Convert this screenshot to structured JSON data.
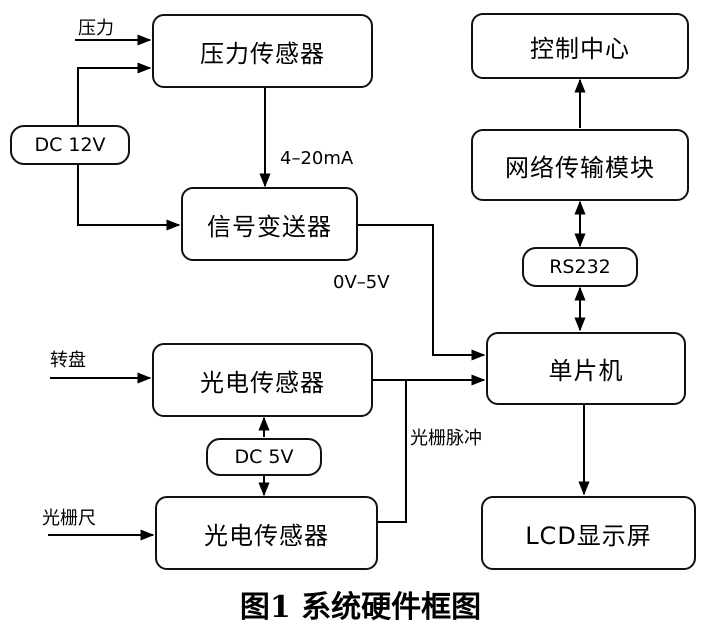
{
  "boxes": {
    "pressure_sensor": "压力传感器",
    "signal_transmitter": "信号变送器",
    "photo_sensor_1": "光电传感器",
    "photo_sensor_2": "光电传感器",
    "control_center": "控制中心",
    "network_module": "网络传输模块",
    "mcu": "单片机",
    "lcd": "LCD显示屏"
  },
  "pills": {
    "dc12v": "DC 12V",
    "dc5v": "DC 5V",
    "rs232": "RS232"
  },
  "labels": {
    "pressure": "压力",
    "current": "4–20mA",
    "voltage": "0V–5V",
    "turntable": "转盘",
    "grating_ruler": "光栅尺",
    "grating_pulse": "光栅脉冲"
  },
  "caption": "图1  系统硬件框图"
}
